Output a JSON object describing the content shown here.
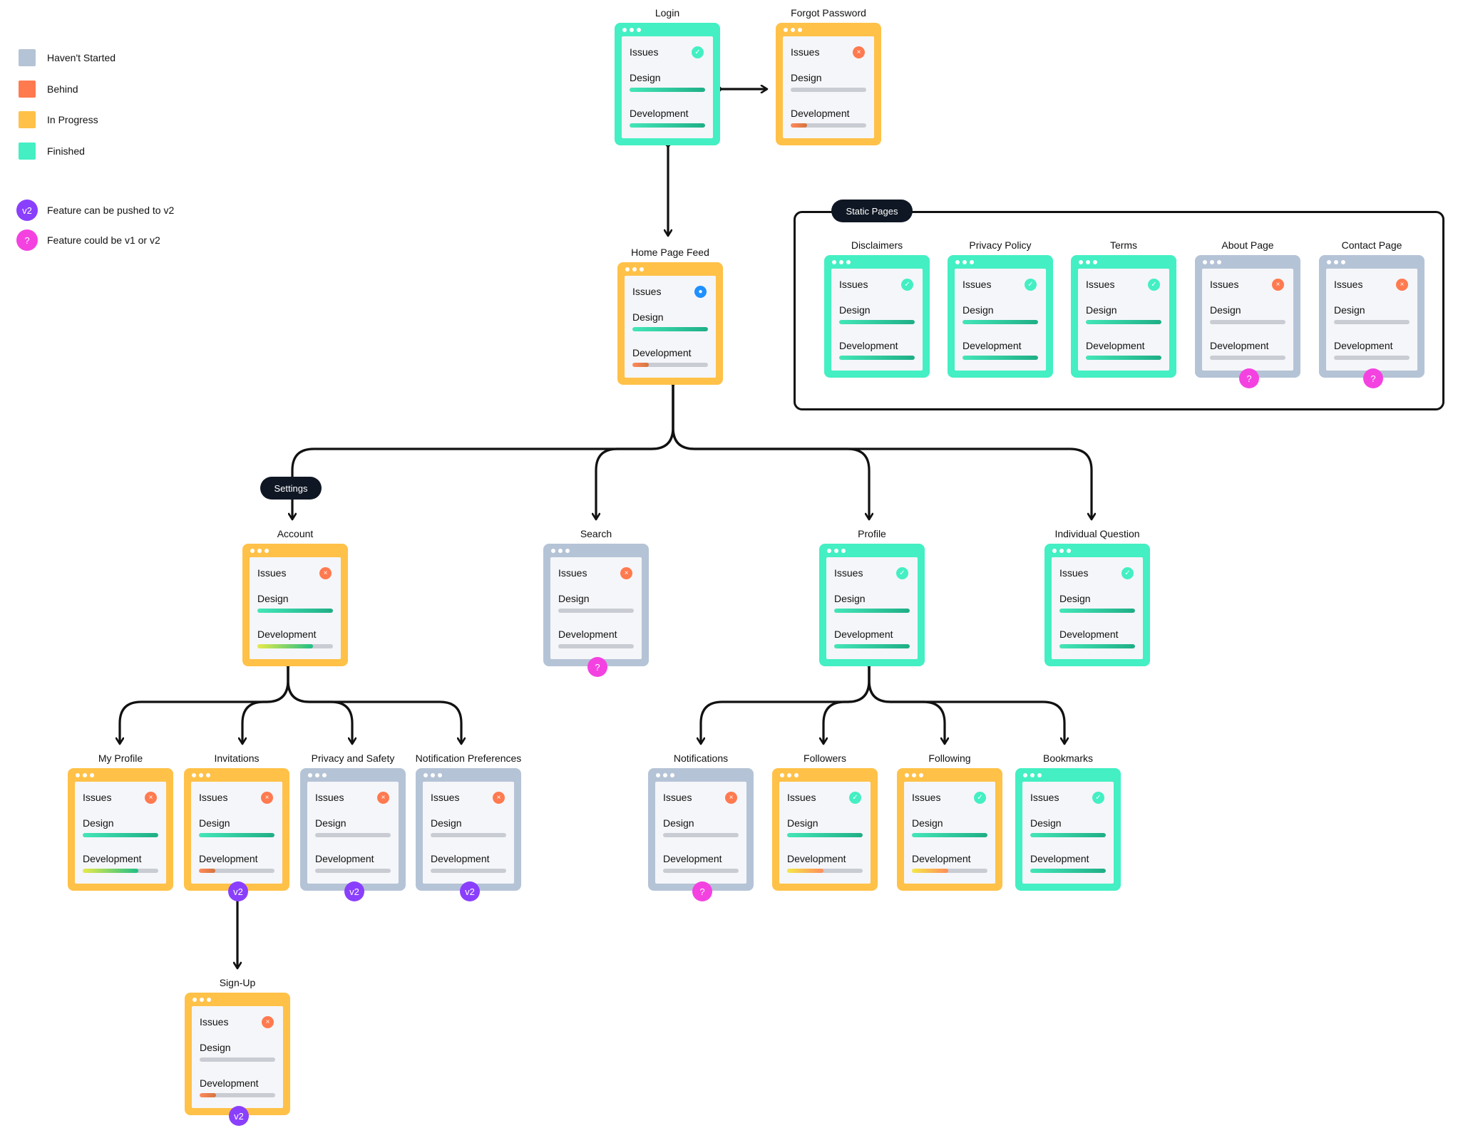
{
  "legend": {
    "status_items": [
      {
        "label": "Haven't Started",
        "color": "#b5c3d6"
      },
      {
        "label": "Behind",
        "color": "#ff7a4f"
      },
      {
        "label": "In Progress",
        "color": "#ffc148"
      },
      {
        "label": "Finished",
        "color": "#43efc3"
      }
    ],
    "badge_items": [
      {
        "symbol": "v2",
        "label": "Feature can be pushed to v2",
        "color": "#8a3ffc"
      },
      {
        "symbol": "?",
        "label": "Feature could be v1 or v2",
        "color": "#f442e1"
      }
    ]
  },
  "row_labels": {
    "issues": "Issues",
    "design": "Design",
    "development": "Development"
  },
  "group": {
    "label": "Static Pages"
  },
  "pill": {
    "label": "Settings"
  },
  "colors": {
    "frame": {
      "finished": "#43efc3",
      "progress": "#ffc148",
      "notstarted": "#b5c3d6"
    },
    "issue": {
      "finished": "#43efc3",
      "behind": "#ff7a4f",
      "info": "#1e90ff"
    },
    "badge": {
      "v2": "#8a3ffc",
      "q": "#f442e1"
    }
  },
  "cards": [
    {
      "id": "login",
      "title": "Login",
      "frame": "finished",
      "issue": "finished",
      "design": 1.0,
      "development": 1.0,
      "dev_color": "green"
    },
    {
      "id": "forgot-password",
      "title": "Forgot Password",
      "frame": "progress",
      "issue": "behind",
      "design": 0.0,
      "development": 0.22,
      "dev_color": "orange"
    },
    {
      "id": "home-page-feed",
      "title": "Home Page Feed",
      "frame": "progress",
      "issue": "info",
      "design": 1.0,
      "development": 0.22,
      "dev_color": "orange"
    },
    {
      "id": "disclaimers",
      "title": "Disclaimers",
      "frame": "finished",
      "issue": "finished",
      "design": 1.0,
      "development": 1.0,
      "dev_color": "green"
    },
    {
      "id": "privacy-policy",
      "title": "Privacy Policy",
      "frame": "finished",
      "issue": "finished",
      "design": 1.0,
      "development": 1.0,
      "dev_color": "green"
    },
    {
      "id": "terms",
      "title": "Terms",
      "frame": "finished",
      "issue": "finished",
      "design": 1.0,
      "development": 1.0,
      "dev_color": "green"
    },
    {
      "id": "about-page",
      "title": "About Page",
      "frame": "notstarted",
      "issue": "behind",
      "design": 0.0,
      "development": 0.0,
      "dev_color": "none",
      "badge": "?"
    },
    {
      "id": "contact-page",
      "title": "Contact Page",
      "frame": "notstarted",
      "issue": "behind",
      "design": 0.0,
      "development": 0.0,
      "dev_color": "none",
      "badge": "?"
    },
    {
      "id": "account",
      "title": "Account",
      "frame": "progress",
      "issue": "behind",
      "design": 1.0,
      "development": 0.74,
      "dev_color": "lime"
    },
    {
      "id": "search",
      "title": "Search",
      "frame": "notstarted",
      "issue": "behind",
      "design": 0.0,
      "development": 0.0,
      "dev_color": "none",
      "badge": "?"
    },
    {
      "id": "profile",
      "title": "Profile",
      "frame": "finished",
      "issue": "finished",
      "design": 1.0,
      "development": 1.0,
      "dev_color": "green"
    },
    {
      "id": "individual-question",
      "title": "Individual Question",
      "frame": "finished",
      "issue": "finished",
      "design": 1.0,
      "development": 1.0,
      "dev_color": "green"
    },
    {
      "id": "my-profile",
      "title": "My Profile",
      "frame": "progress",
      "issue": "behind",
      "design": 1.0,
      "development": 0.74,
      "dev_color": "lime"
    },
    {
      "id": "invitations",
      "title": "Invitations",
      "frame": "progress",
      "issue": "behind",
      "design": 1.0,
      "development": 0.22,
      "dev_color": "orange",
      "badge": "v2"
    },
    {
      "id": "privacy-and-safety",
      "title": "Privacy and Safety",
      "frame": "notstarted",
      "issue": "behind",
      "design": 0.0,
      "development": 0.0,
      "dev_color": "none",
      "badge": "v2"
    },
    {
      "id": "notification-preferences",
      "title": "Notification Preferences",
      "frame": "notstarted",
      "issue": "behind",
      "design": 0.0,
      "development": 0.0,
      "dev_color": "none",
      "badge": "v2"
    },
    {
      "id": "notifications",
      "title": "Notifications",
      "frame": "notstarted",
      "issue": "behind",
      "design": 0.0,
      "development": 0.0,
      "dev_color": "none",
      "badge": "?"
    },
    {
      "id": "followers",
      "title": "Followers",
      "frame": "progress",
      "issue": "finished",
      "design": 1.0,
      "development": 0.48,
      "dev_color": "yellow"
    },
    {
      "id": "following",
      "title": "Following",
      "frame": "progress",
      "issue": "finished",
      "design": 1.0,
      "development": 0.48,
      "dev_color": "yellow"
    },
    {
      "id": "bookmarks",
      "title": "Bookmarks",
      "frame": "finished",
      "issue": "finished",
      "design": 1.0,
      "development": 1.0,
      "dev_color": "green"
    },
    {
      "id": "sign-up",
      "title": "Sign-Up",
      "frame": "progress",
      "issue": "behind",
      "design": 0.0,
      "development": 0.22,
      "dev_color": "orange",
      "badge": "v2"
    }
  ]
}
